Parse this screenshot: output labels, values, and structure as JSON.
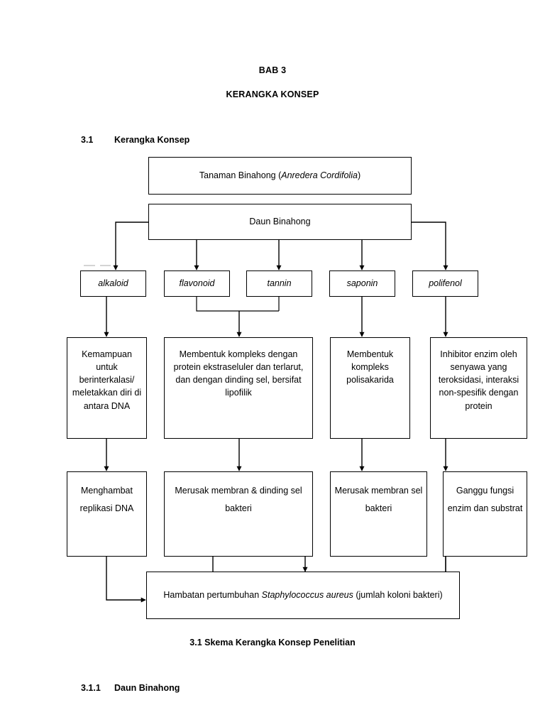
{
  "document": {
    "chapter_label": "BAB 3",
    "chapter_title": "KERANGKA KONSEP",
    "section": {
      "number": "3.1",
      "title": "Kerangka Konsep"
    },
    "subsection": {
      "number": "3.1.1",
      "title": "Daun Binahong"
    },
    "figure_caption": "3.1 Skema Kerangka Konsep Penelitian"
  },
  "diagram": {
    "source": {
      "plant": {
        "prefix": "Tanaman Binahong (",
        "species": "Anredera Cordifolia",
        "suffix": ")"
      },
      "leaf": "Daun Binahong"
    },
    "compounds": [
      {
        "id": "alkaloid",
        "label": "alkaloid"
      },
      {
        "id": "flavonoid",
        "label": "flavonoid"
      },
      {
        "id": "tannin",
        "label": "tannin"
      },
      {
        "id": "saponin",
        "label": "saponin"
      },
      {
        "id": "polifenol",
        "label": "polifenol"
      }
    ],
    "mechanisms": [
      {
        "id": "mech-alkaloid",
        "label": "Kemampuan untuk berinterkalasi/ meletakkan diri di antara DNA"
      },
      {
        "id": "mech-flavonoid-tannin",
        "label": "Membentuk kompleks dengan protein ekstraseluler dan terlarut, dan dengan dinding sel, bersifat lipofilik"
      },
      {
        "id": "mech-saponin",
        "label": "Membentuk kompleks polisakarida"
      },
      {
        "id": "mech-polifenol",
        "label": "Inhibitor enzim oleh senyawa yang teroksidasi, interaksi non-spesifik dengan protein"
      }
    ],
    "effects": [
      {
        "id": "effect-dna",
        "label": "Menghambat replikasi DNA"
      },
      {
        "id": "effect-membrane-wall",
        "label": "Merusak membran & dinding sel bakteri"
      },
      {
        "id": "effect-membrane",
        "label": "Merusak membran sel bakteri"
      },
      {
        "id": "effect-enzyme",
        "label": "Ganggu fungsi enzim dan substrat"
      }
    ],
    "outcome": {
      "prefix": "Hambatan pertumbuhan ",
      "species": "Staphylococcus aureus",
      "suffix": " (jumlah koloni bakteri)"
    }
  }
}
